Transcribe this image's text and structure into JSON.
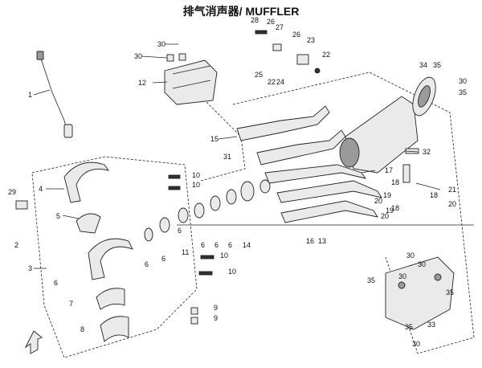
{
  "title": "排气消声器/ MUFFLER",
  "callouts": [
    "1",
    "2",
    "3",
    "4",
    "5",
    "6",
    "6",
    "6",
    "6",
    "6",
    "6",
    "6",
    "7",
    "8",
    "9",
    "9",
    "10",
    "10",
    "10",
    "10",
    "11",
    "12",
    "13",
    "14",
    "15",
    "16",
    "17",
    "18",
    "18",
    "18",
    "19",
    "19",
    "20",
    "20",
    "20",
    "21",
    "22",
    "22",
    "23",
    "24",
    "25",
    "26",
    "26",
    "27",
    "28",
    "29",
    "30",
    "30",
    "30",
    "30",
    "30",
    "30",
    "30",
    "31",
    "32",
    "33",
    "34",
    "35",
    "35",
    "35",
    "35",
    "35"
  ],
  "icons": {
    "front_arrow": "front-direction-arrow-icon"
  }
}
